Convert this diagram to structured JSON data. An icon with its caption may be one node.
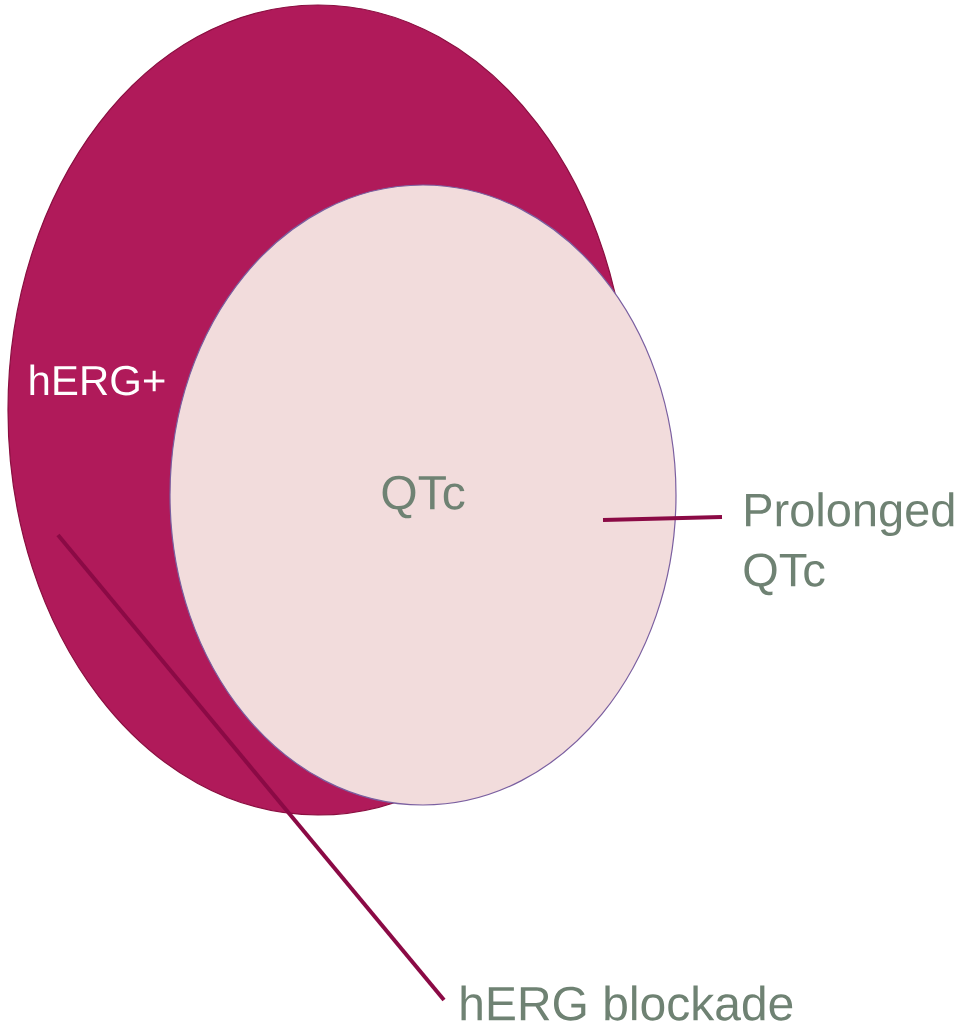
{
  "diagram": {
    "nodes": [
      {
        "text": [
          "hERG+"
        ]
      },
      {
        "text": [
          "QTc"
        ]
      },
      {
        "text": [
          "Prolonged QTc"
        ]
      },
      {
        "text": [
          "hERG blockade"
        ]
      }
    ],
    "edges": [
      {
        "from": 2,
        "to": 1,
        "arrow": "none"
      },
      {
        "from": 3,
        "to": 0,
        "arrow": "none"
      }
    ]
  }
}
